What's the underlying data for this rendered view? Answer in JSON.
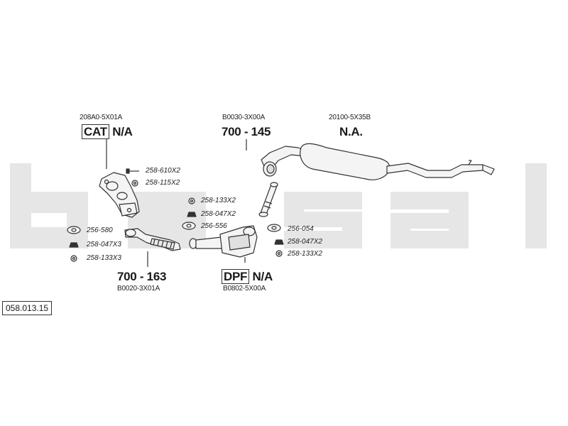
{
  "reference": "058.013.15",
  "watermark": "bosal",
  "colors": {
    "watermark": "#e6e6e6",
    "line": "#333333",
    "part_fill": "#f4f4f4"
  },
  "groups": {
    "cat": {
      "oem": "208A0-5X01A",
      "boxed": "CAT",
      "label": "N/A"
    },
    "pipe_center": {
      "oem": "B0030-3X00A",
      "label": "700 - 145"
    },
    "rear": {
      "oem": "20100-5X35B",
      "label": "N.A."
    },
    "front_pipe": {
      "oem": "B0020-3X01A",
      "label": "700 - 163"
    },
    "dpf": {
      "oem": "B0802-5X00A",
      "boxed": "DPF",
      "label": "N/A"
    }
  },
  "parts": {
    "p1": {
      "code": "258-610X2",
      "icon": "bolt-icon"
    },
    "p2": {
      "code": "258-115X2",
      "icon": "nut-icon"
    },
    "p3": {
      "code": "258-133X2",
      "icon": "nut-icon"
    },
    "p4": {
      "code": "258-047X2",
      "icon": "clamp-icon"
    },
    "p5": {
      "code": "256-556",
      "icon": "gasket-icon"
    },
    "p6": {
      "code": "256-580",
      "icon": "gasket-icon"
    },
    "p7": {
      "code": "258-047X3",
      "icon": "clamp-icon"
    },
    "p8": {
      "code": "258-133X3",
      "icon": "nut-icon"
    },
    "p9": {
      "code": "256-054",
      "icon": "gasket-icon"
    },
    "p10": {
      "code": "258-047X2",
      "icon": "clamp-icon"
    },
    "p11": {
      "code": "258-133X2",
      "icon": "nut-icon"
    }
  }
}
